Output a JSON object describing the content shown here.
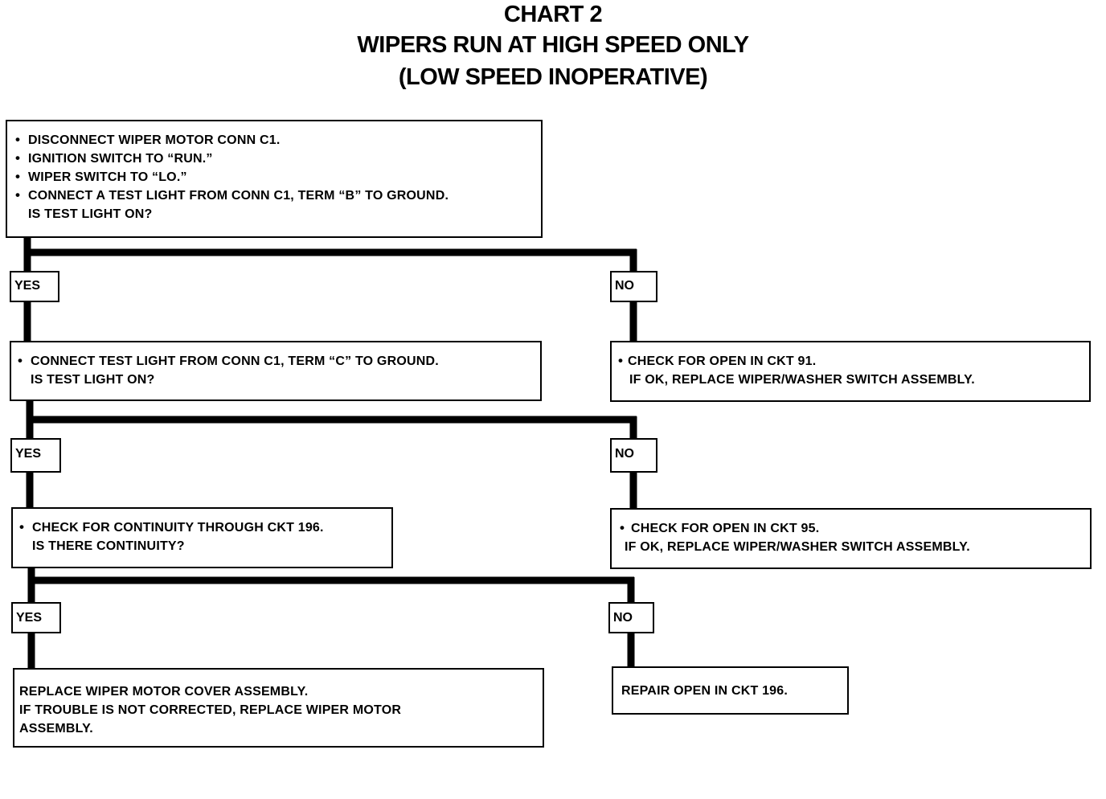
{
  "title": {
    "line1": "CHART 2",
    "line2": "WIPERS RUN AT HIGH SPEED ONLY",
    "line3": "(LOW SPEED INOPERATIVE)"
  },
  "step1": {
    "bullets": [
      "DISCONNECT WIPER MOTOR CONN C1.",
      "IGNITION SWITCH TO “RUN.”",
      "WIPER SWITCH TO “LO.”",
      "CONNECT A TEST LIGHT FROM CONN C1, TERM “B” TO GROUND."
    ],
    "question": "IS TEST LIGHT ON?"
  },
  "step2": {
    "bullet": "CONNECT TEST LIGHT FROM CONN C1, TERM “C” TO GROUND.",
    "question": "IS TEST LIGHT ON?"
  },
  "step2_no": {
    "bullet": "CHECK FOR OPEN IN CKT 91.",
    "line2": "IF OK, REPLACE WIPER/WASHER SWITCH ASSEMBLY."
  },
  "step3": {
    "bullet": "CHECK FOR CONTINUITY THROUGH CKT 196.",
    "question": "IS THERE CONTINUITY?"
  },
  "step3_no": {
    "bullet": "CHECK FOR OPEN IN CKT 95.",
    "line2": "IF OK, REPLACE WIPER/WASHER SWITCH ASSEMBLY."
  },
  "result_yes": {
    "lines": [
      "REPLACE WIPER MOTOR COVER ASSEMBLY.",
      "IF TROUBLE IS NOT CORRECTED, REPLACE WIPER MOTOR",
      "ASSEMBLY."
    ]
  },
  "result_no": {
    "line": "REPAIR OPEN IN CKT 196."
  },
  "labels": {
    "yes": "YES",
    "no": "NO"
  }
}
